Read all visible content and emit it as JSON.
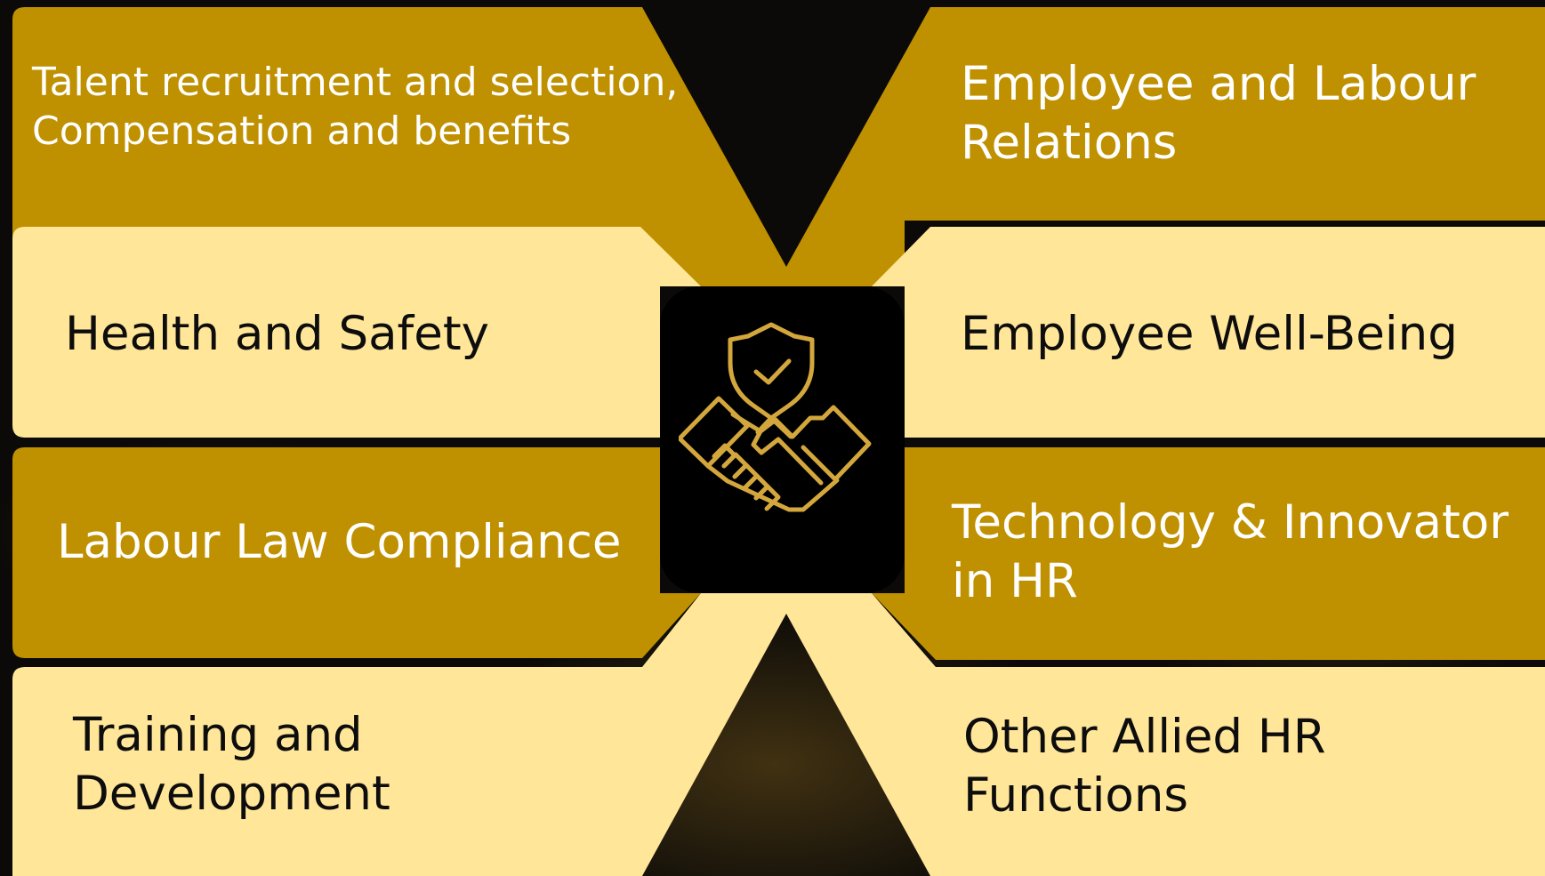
{
  "colors": {
    "dark_gold": "#BF9000",
    "light_gold": "#FFE699",
    "icon_stroke": "#D4A73C",
    "center_box": "#000000"
  },
  "left": [
    {
      "text": "Talent recruitment and selection,\nCompensation and benefits",
      "fill": "dark_gold"
    },
    {
      "text": "Health and Safety",
      "fill": "light_gold"
    },
    {
      "text": "Labour Law Compliance",
      "fill": "dark_gold"
    },
    {
      "text": "Training and\nDevelopment",
      "fill": "light_gold"
    }
  ],
  "right": [
    {
      "text": "Employee and Labour\nRelations",
      "fill": "dark_gold"
    },
    {
      "text": "Employee Well-Being",
      "fill": "light_gold"
    },
    {
      "text": "Technology & Innovator\nin HR",
      "fill": "dark_gold"
    },
    {
      "text": "Other Allied HR\nFunctions",
      "fill": "light_gold"
    }
  ],
  "center": {
    "icon": "handshake-shield-check-icon"
  }
}
